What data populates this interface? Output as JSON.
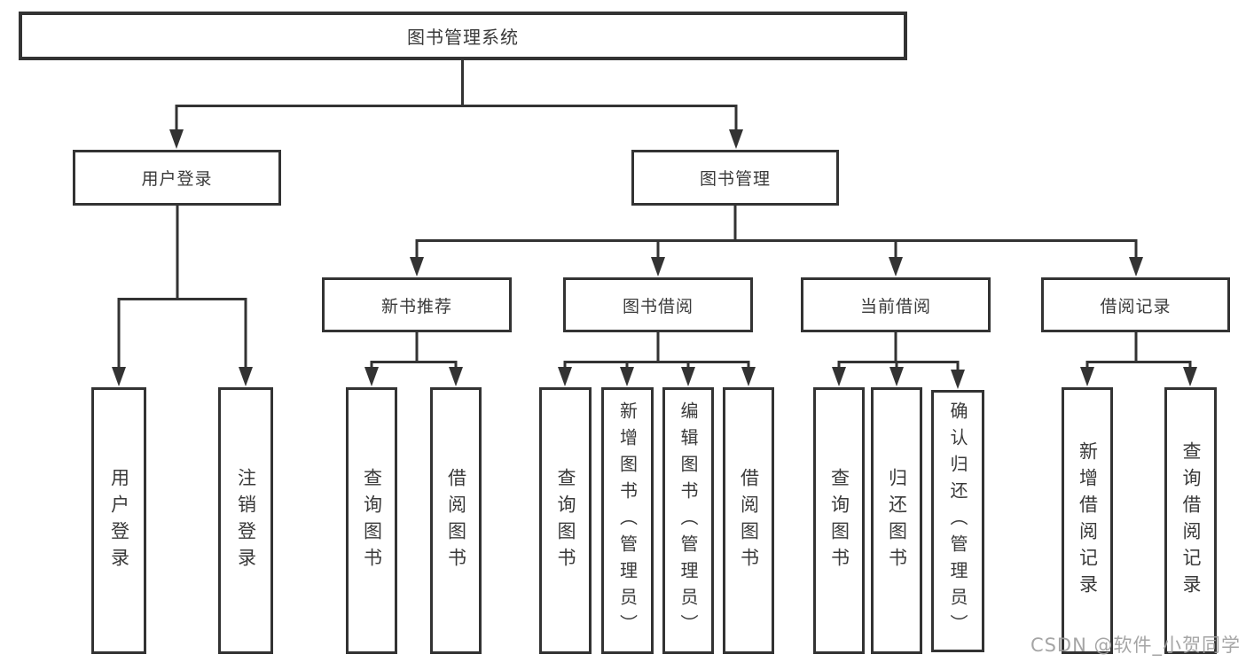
{
  "colors": {
    "line": "#333333",
    "border": "#333333",
    "text": "#3a3a3a",
    "box_bg": "#ffffff",
    "watermark": "#9e9e9e"
  },
  "watermark": {
    "text": "CSDN @软件_小贺同学"
  },
  "tree": {
    "label": "图书管理系统",
    "children": [
      {
        "label": "用户登录",
        "children": [
          {
            "label": "用户登录"
          },
          {
            "label": "注销登录"
          }
        ]
      },
      {
        "label": "图书管理",
        "children": [
          {
            "label": "新书推荐",
            "children": [
              {
                "label": "查询图书"
              },
              {
                "label": "借阅图书"
              }
            ]
          },
          {
            "label": "图书借阅",
            "children": [
              {
                "label": "查询图书"
              },
              {
                "label": "新增图书（管理员）"
              },
              {
                "label": "编辑图书（管理员）"
              },
              {
                "label": "借阅图书"
              }
            ]
          },
          {
            "label": "当前借阅",
            "children": [
              {
                "label": "查询图书"
              },
              {
                "label": "归还图书"
              },
              {
                "label": "确认归还（管理员）"
              }
            ]
          },
          {
            "label": "借阅记录",
            "children": [
              {
                "label": "新增借阅记录"
              },
              {
                "label": "查询借阅记录"
              }
            ]
          }
        ]
      }
    ]
  }
}
